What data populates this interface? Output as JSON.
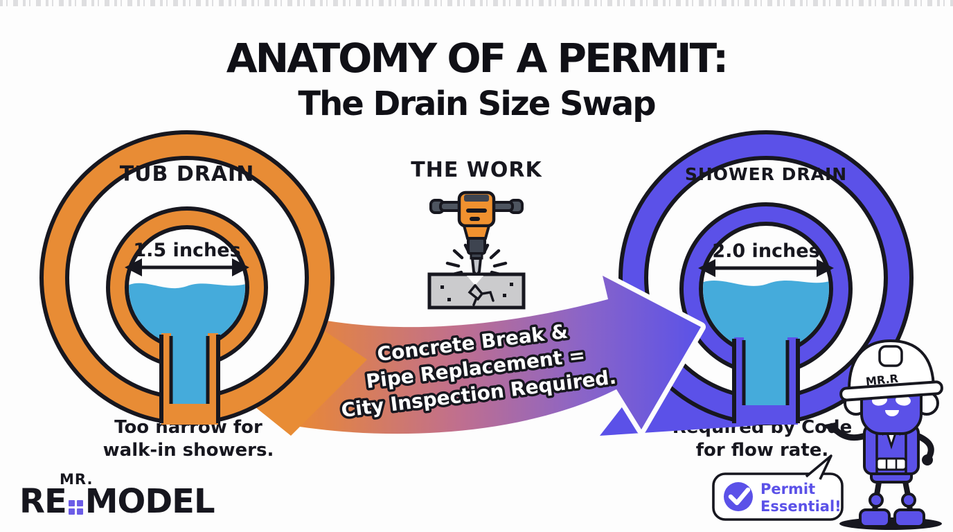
{
  "header": {
    "title_line1": "ANATOMY OF A PERMIT:",
    "title_line2": "The Drain Size Swap"
  },
  "tub_drain": {
    "label": "TUB DRAIN",
    "measurement": "1.5 inches",
    "caption_line1": "Too narrow for",
    "caption_line2": "walk-in showers."
  },
  "the_work": {
    "label": "THE WORK",
    "icon": "jackhammer-breaking-concrete-icon"
  },
  "transition_arrow": {
    "text_line1": "Concrete Break &",
    "text_line2": "Pipe Replacement =",
    "text_line3": "City Inspection Required."
  },
  "shower_drain": {
    "label": "SHOWER DRAIN",
    "measurement": "2.0 inches",
    "caption_line1": "Required by Code",
    "caption_line2": "for flow rate."
  },
  "permit_badge": {
    "icon": "checkmark-icon",
    "line1": "Permit",
    "line2": "Essential!"
  },
  "mascot": {
    "helmet_text": "MR.R"
  },
  "logo": {
    "prefix": "MR.",
    "name_part1": "RE",
    "name_part2": "MODEL"
  },
  "colors": {
    "tub_ring_orange": "#E88C35",
    "shower_ring_indigo": "#5B51E8",
    "water_blue": "#45ABDB",
    "arrow_gradient_start": "#EC8A2F",
    "arrow_gradient_end": "#5A52E8",
    "outline_ink": "#17171F",
    "concrete_gray": "#CBCBCD",
    "badge_accent": "#5B51E8",
    "logo_accent": "#6C5CE7"
  }
}
